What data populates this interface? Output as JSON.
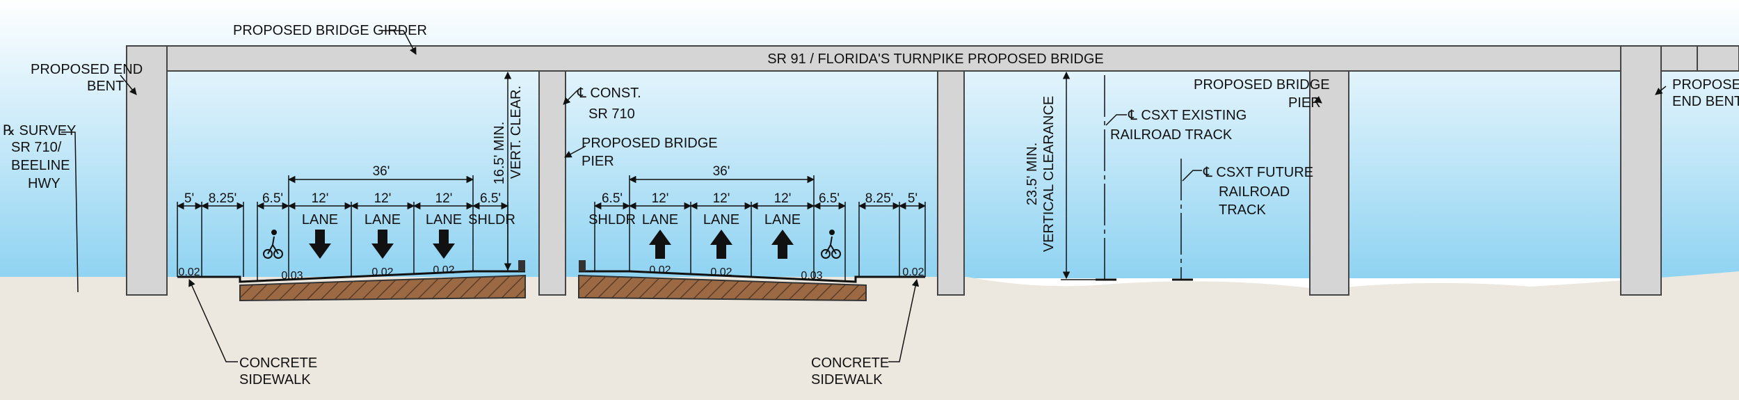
{
  "title": "SR 91 / FLORIDA'S TURNPIKE PROPOSED BRIDGE",
  "colors": {
    "sky_top": "#ffffff",
    "sky_bottom": "#8fd3f2",
    "ground": "#ece8df",
    "structure": "#d5d5d5",
    "structure_edge": "#444444",
    "pavement": "#9b6a45",
    "line": "#111111"
  },
  "labels": {
    "girder": "PROPOSED BRIDGE GIRDER",
    "end_bent_left_1": "PROPOSED END",
    "end_bent_left_2": "BENT",
    "end_bent_right_1": "PROPOSED",
    "end_bent_right_2": "END BENT",
    "survey_1": "℞ SURVEY",
    "survey_2": "SR 710/",
    "survey_3": "BEELINE",
    "survey_4": "HWY",
    "const_1": "℄ CONST.",
    "const_2": "SR 710",
    "pier_center_1": "PROPOSED BRIDGE",
    "pier_center_2": "PIER",
    "pier_right_1": "PROPOSED BRIDGE",
    "pier_right_2": "PIER",
    "csx_existing_1": "℄ CSXT EXISTING",
    "csx_existing_2": "RAILROAD TRACK",
    "csx_future_1": "℄ CSXT FUTURE",
    "csx_future_2": "RAILROAD",
    "csx_future_3": "TRACK",
    "vert_clear_rail": "23.5' MIN.",
    "vert_clear_rail_2": "VERTICAL CLEARANCE",
    "vert_clear_road": "16.5' MIN.",
    "vert_clear_road_2": "VERT. CLEAR.",
    "sidewalk_left_1": "CONCRETE",
    "sidewalk_left_2": "SIDEWALK",
    "sidewalk_right_1": "CONCRETE",
    "sidewalk_right_2": "SIDEWALK"
  },
  "left_road": {
    "total": "36'",
    "sidewalk": "5'",
    "buffer": "8.25'",
    "shoulder_outer": "6.5'",
    "lanes": [
      "12'",
      "12'",
      "12'"
    ],
    "shoulder_inner": "6.5'",
    "shldr": "SHLDR",
    "lane_label": "LANE",
    "slopes": [
      "0.02",
      "0.03",
      "0.02",
      "0.02"
    ]
  },
  "right_road": {
    "total": "36'",
    "shoulder_inner": "6.5'",
    "lanes": [
      "12'",
      "12'",
      "12'"
    ],
    "shoulder_outer": "6.5'",
    "buffer": "8.25'",
    "sidewalk": "5'",
    "shldr": "SHLDR",
    "lane_label": "LANE",
    "slopes": [
      "0.02",
      "0.02",
      "0.03",
      "0.02"
    ]
  }
}
